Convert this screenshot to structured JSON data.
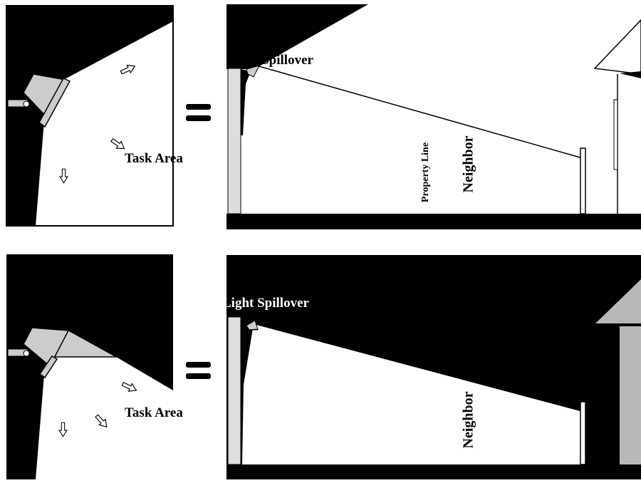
{
  "diagrams": [
    {
      "labels": {
        "task_area": "Task Area",
        "light_spillover": "Light Spillover",
        "property_line": "Property Line",
        "neighbor": "Neighbor"
      }
    },
    {
      "labels": {
        "task_area": "Task Area",
        "light_spillover": "Light Spillover",
        "neighbor": "Neighbor"
      }
    }
  ],
  "equals_sign": "=",
  "colors": {
    "dark": "#000000",
    "light": "#ffffff",
    "fixture": "#cccccc",
    "house": "#b8b8b8"
  }
}
